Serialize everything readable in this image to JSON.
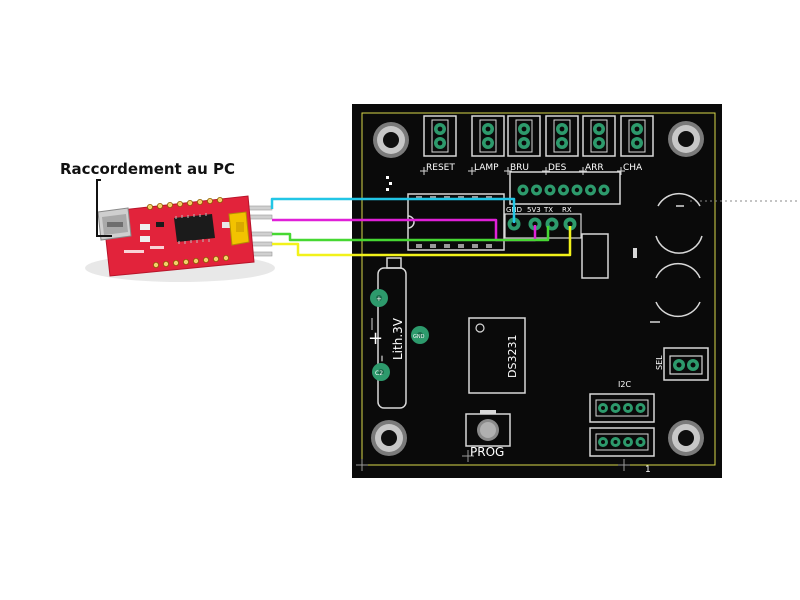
{
  "caption": "Raccordement au PC",
  "adapter": {
    "board_color": "#e2233b",
    "jumper_color": "#f2c200",
    "pin_count_top": 8,
    "pin_count_bottom": 8
  },
  "wires": [
    {
      "name": "wire-cyan",
      "color": "#22c6e6",
      "target": "GND"
    },
    {
      "name": "wire-magenta",
      "color": "#e020d8",
      "target": "5V3"
    },
    {
      "name": "wire-green",
      "color": "#46d832",
      "target": "TX"
    },
    {
      "name": "wire-yellow",
      "color": "#f2f21a",
      "target": "RX"
    }
  ],
  "pcb": {
    "background": "#0a0a0a",
    "outline": "#d8d84a",
    "pad_color": "#2d9a6c",
    "connectors": [
      {
        "label": "RESET"
      },
      {
        "label": "LAMP"
      },
      {
        "label": "BRU"
      },
      {
        "label": "DES"
      },
      {
        "label": "ARR"
      },
      {
        "label": "CHA"
      }
    ],
    "serial_pins": [
      "GND",
      "5V3",
      "TX",
      "RX"
    ],
    "battery_label": "Lith.3V",
    "battery_plus": "+",
    "battery_minus": "–",
    "pad_labels": [
      "+",
      "GND",
      "C2"
    ],
    "chip_label": "DS3231",
    "sel_label": "SEL",
    "i2c_label": "I2C",
    "prog_label": "PROG",
    "corner_mark": "1"
  }
}
